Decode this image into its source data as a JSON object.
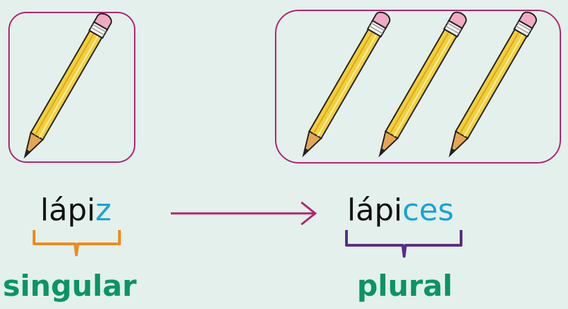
{
  "singular": {
    "word_stem": "lápi",
    "word_suffix": "z",
    "label": "singular",
    "brace_color": "#f08a1c",
    "pencil_count": 1
  },
  "plural": {
    "word_stem": "lápi",
    "word_suffix": "ces",
    "label": "plural",
    "brace_color": "#5a2d86",
    "pencil_count": 3
  },
  "colors": {
    "background": "#e3f0ec",
    "box_border": "#b0246e",
    "arrow": "#b0246e",
    "suffix": "#1aa3d6",
    "label": "#0c9464",
    "pencil_body": "#f3cf3c",
    "pencil_tip": "#e6a552",
    "eraser": "#f1aac3"
  },
  "icons": [
    "pencil-icon",
    "right-arrow-icon"
  ]
}
